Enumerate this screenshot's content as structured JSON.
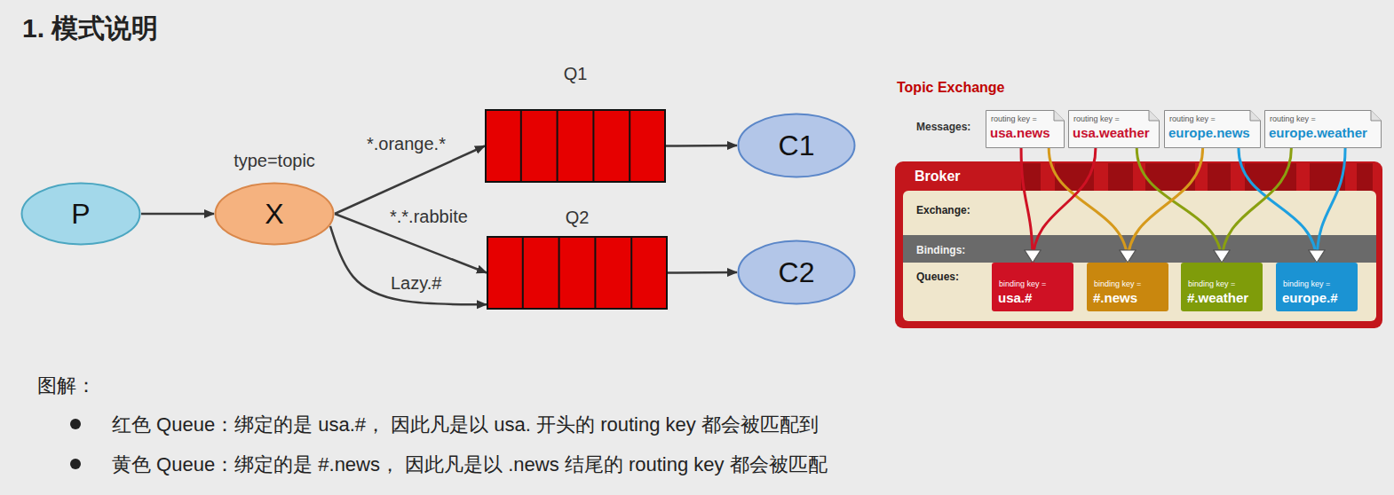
{
  "diagram": {
    "title": "1. 模式说明",
    "nodes": [
      {
        "text": [
          "P"
        ]
      },
      {
        "text": [
          "type=topic",
          "X"
        ]
      },
      {
        "text": [
          "Q1"
        ]
      },
      {
        "text": [
          "Q2"
        ]
      },
      {
        "text": [
          "C1"
        ]
      },
      {
        "text": [
          "C2"
        ]
      },
      {
        "text": [
          "routing key =",
          "usa.news"
        ]
      },
      {
        "text": [
          "routing key =",
          "usa.weather"
        ]
      },
      {
        "text": [
          "routing key =",
          "europe.news"
        ]
      },
      {
        "text": [
          "routing key =",
          "europe.weather"
        ]
      },
      {
        "text": [
          "Broker"
        ]
      },
      {
        "text": [
          "binding key =",
          "usa.#"
        ],
        "in": 10
      },
      {
        "text": [
          "binding key =",
          "#.news"
        ],
        "in": 10
      },
      {
        "text": [
          "binding key =",
          "#.weather"
        ],
        "in": 10
      },
      {
        "text": [
          "binding key =",
          "europe.#"
        ],
        "in": 10
      }
    ],
    "edges": [
      {
        "from": 0,
        "to": 1,
        "arrow": "to"
      },
      {
        "from": 1,
        "to": 2,
        "label": "*.orange.*",
        "arrow": "to"
      },
      {
        "from": 1,
        "to": 3,
        "label": "*.*.rabbite",
        "arrow": "to"
      },
      {
        "from": 1,
        "to": 3,
        "label": "Lazy.#",
        "arrow": "to"
      },
      {
        "from": 2,
        "to": 4,
        "arrow": "to"
      },
      {
        "from": 3,
        "to": 5,
        "arrow": "to"
      },
      {
        "from": 6,
        "to": 11,
        "arrow": "to"
      },
      {
        "from": 6,
        "to": 12,
        "arrow": "to"
      },
      {
        "from": 7,
        "to": 11,
        "arrow": "to"
      },
      {
        "from": 7,
        "to": 13,
        "arrow": "to"
      },
      {
        "from": 8,
        "to": 12,
        "arrow": "to"
      },
      {
        "from": 8,
        "to": 14,
        "arrow": "to"
      },
      {
        "from": 9,
        "to": 13,
        "arrow": "to"
      },
      {
        "from": 9,
        "to": 14,
        "arrow": "to"
      }
    ],
    "labels": [
      "Topic Exchange",
      "Messages:",
      "Exchange:",
      "Bindings:",
      "Queues:",
      "图解：",
      "红色 Queue：绑定的是 usa.#， 因此凡是以 usa. 开头的 routing key 都会被匹配到",
      "黄色 Queue：绑定的是 #.news， 因此凡是以 .news 结尾的 routing key 都会被匹配"
    ]
  }
}
